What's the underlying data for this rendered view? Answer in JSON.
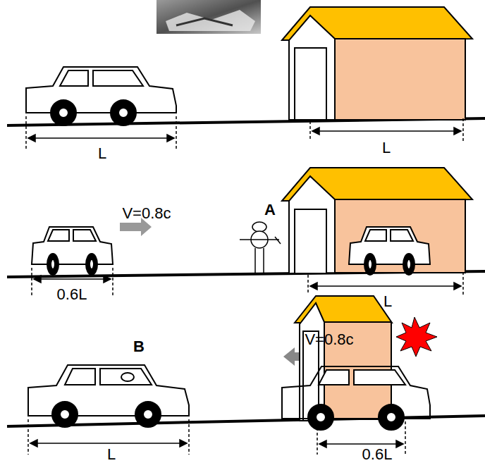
{
  "diagram": {
    "labels": [
      "L",
      "L",
      "V=0.8c",
      "A",
      "0.6L",
      "L",
      "B",
      "V=0.8c",
      "L",
      "0.6L"
    ]
  }
}
